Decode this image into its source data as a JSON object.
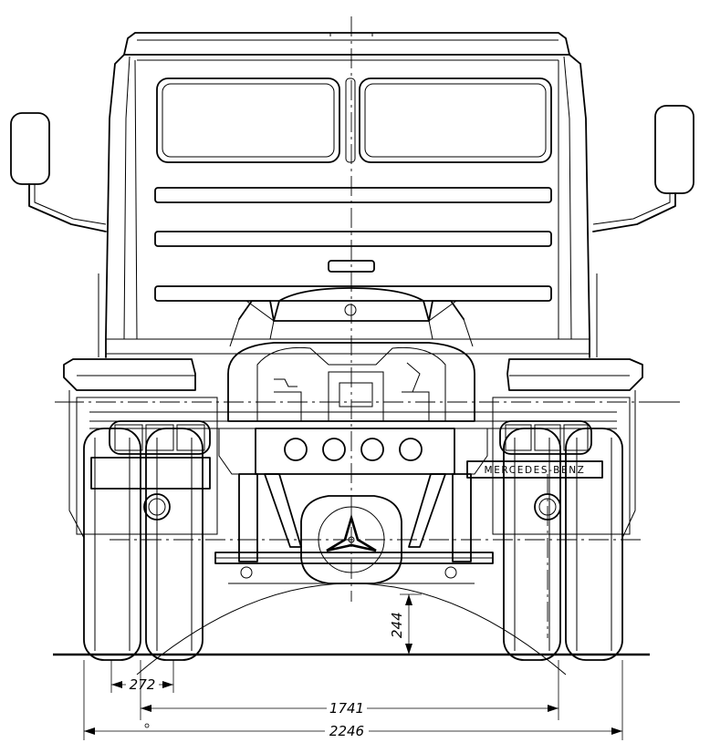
{
  "drawing": {
    "badge_text": "MERCEDES-BENZ",
    "dimensions": {
      "tire_width": "272",
      "track_width": "1741",
      "overall_width": "2246",
      "ground_clearance": "244"
    }
  }
}
